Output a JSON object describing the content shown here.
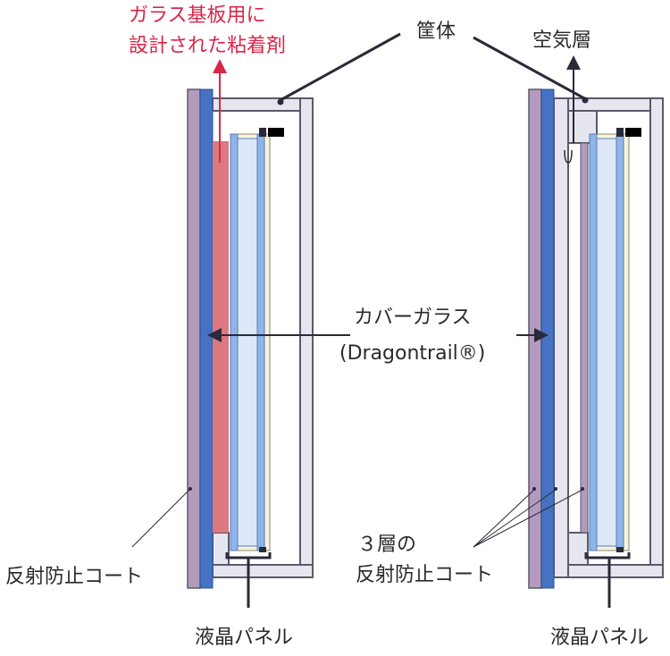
{
  "labels": {
    "adhesive_line1": "ガラス基板用に",
    "adhesive_line2": "設計された粘着剤",
    "housing": "筐体",
    "air_layer": "空気層",
    "cover_glass_line1": "カバーガラス",
    "cover_glass_line2": "(Dragontrail®)",
    "ar_coat_left": "反射防止コート",
    "ar_coat_3layer_line1": "３層の",
    "ar_coat_3layer_line2": "反射防止コート",
    "lcd_left": "液晶パネル",
    "lcd_right": "液晶パネル"
  },
  "colors": {
    "ar_coat": "#b49bbd",
    "cover_glass": "#4672c4",
    "adhesive": "#dc7880",
    "adhesive_label": "#d8284a",
    "housing_fill": "#e6e6ee",
    "housing_stroke": "#5a5a6a",
    "lcd_light": "#dce8f8",
    "lcd_blue": "#8fb4e8",
    "lcd_cream": "#f8f4dc",
    "line": "#2a2a3a"
  }
}
